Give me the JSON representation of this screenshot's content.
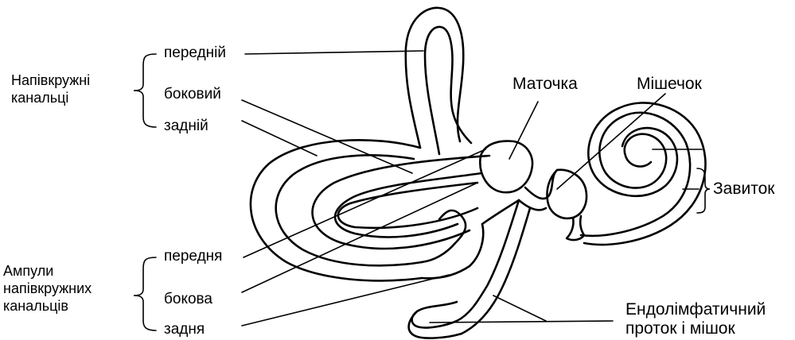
{
  "labels": {
    "semicircular_canals": [
      "Напівкружні",
      "канальці"
    ],
    "anterior": "передній",
    "lateral": "боковий",
    "posterior": "задній",
    "utricle": "Маточка",
    "saccule": "Мішечок",
    "cochlea": "Завиток",
    "ampullae_group": [
      "Ампули",
      "напівкружних",
      "канальців"
    ],
    "ampulla_anterior": "передня",
    "ampulla_lateral": "бокова",
    "ampulla_posterior": "задня",
    "endolymphatic": [
      "Ендолімфатичний",
      "проток і мішок"
    ]
  },
  "colors": {
    "ink": "#000000",
    "background": "#ffffff"
  }
}
